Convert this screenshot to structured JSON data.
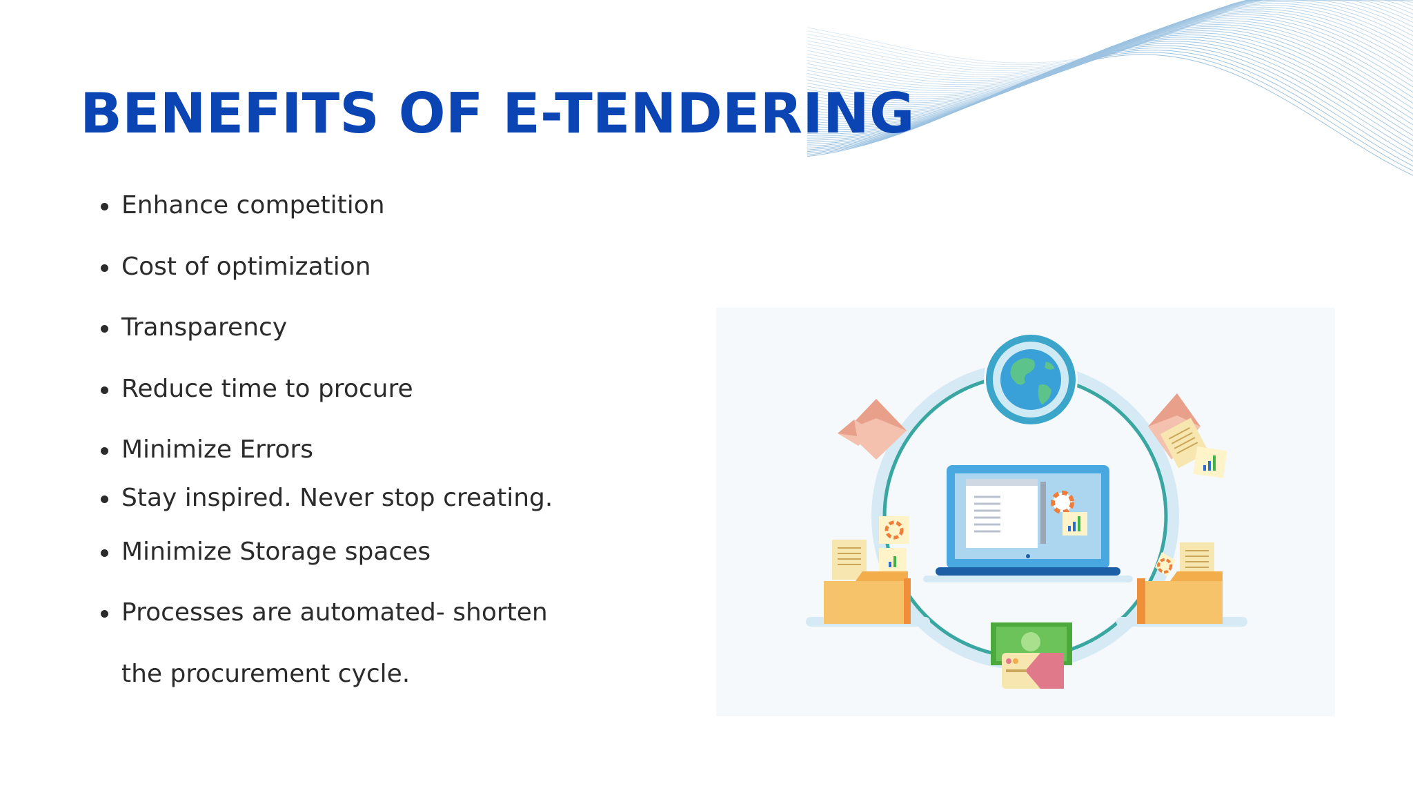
{
  "slide": {
    "title": "BENEFITS OF E-TENDERING",
    "bullets": [
      "Enhance competition",
      "Cost of optimization",
      "Transparency",
      "Reduce time to procure",
      "Minimize Errors",
      "Stay inspired. Never stop creating.",
      "Minimize Storage spaces",
      "Processes are automated- shorten"
    ],
    "bullet_continuation": "the procurement cycle."
  },
  "colors": {
    "title": "#0b45b3",
    "text": "#2b2b2b",
    "wave_lines": "#4a90c8",
    "cycle_ring": "#3aa6a0",
    "screen": "#3a9ad9",
    "folder": "#f6c36a",
    "envelope": "#f2b8a3",
    "money": "#5fb84a"
  },
  "illustration": {
    "icons": [
      "globe-icon",
      "laptop-icon",
      "envelope-icon",
      "folder-icon",
      "money-icon",
      "document-icon",
      "chart-icon",
      "lifebuoy-icon"
    ]
  }
}
